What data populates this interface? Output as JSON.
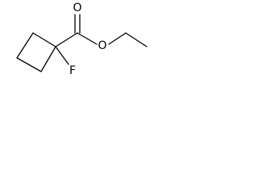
{
  "atoms": {
    "carbonyl_oxygen": "O",
    "ester_oxygen": "O",
    "fluorine": "F"
  },
  "colors": {
    "ink": "#000000",
    "background": "#ffffff"
  }
}
